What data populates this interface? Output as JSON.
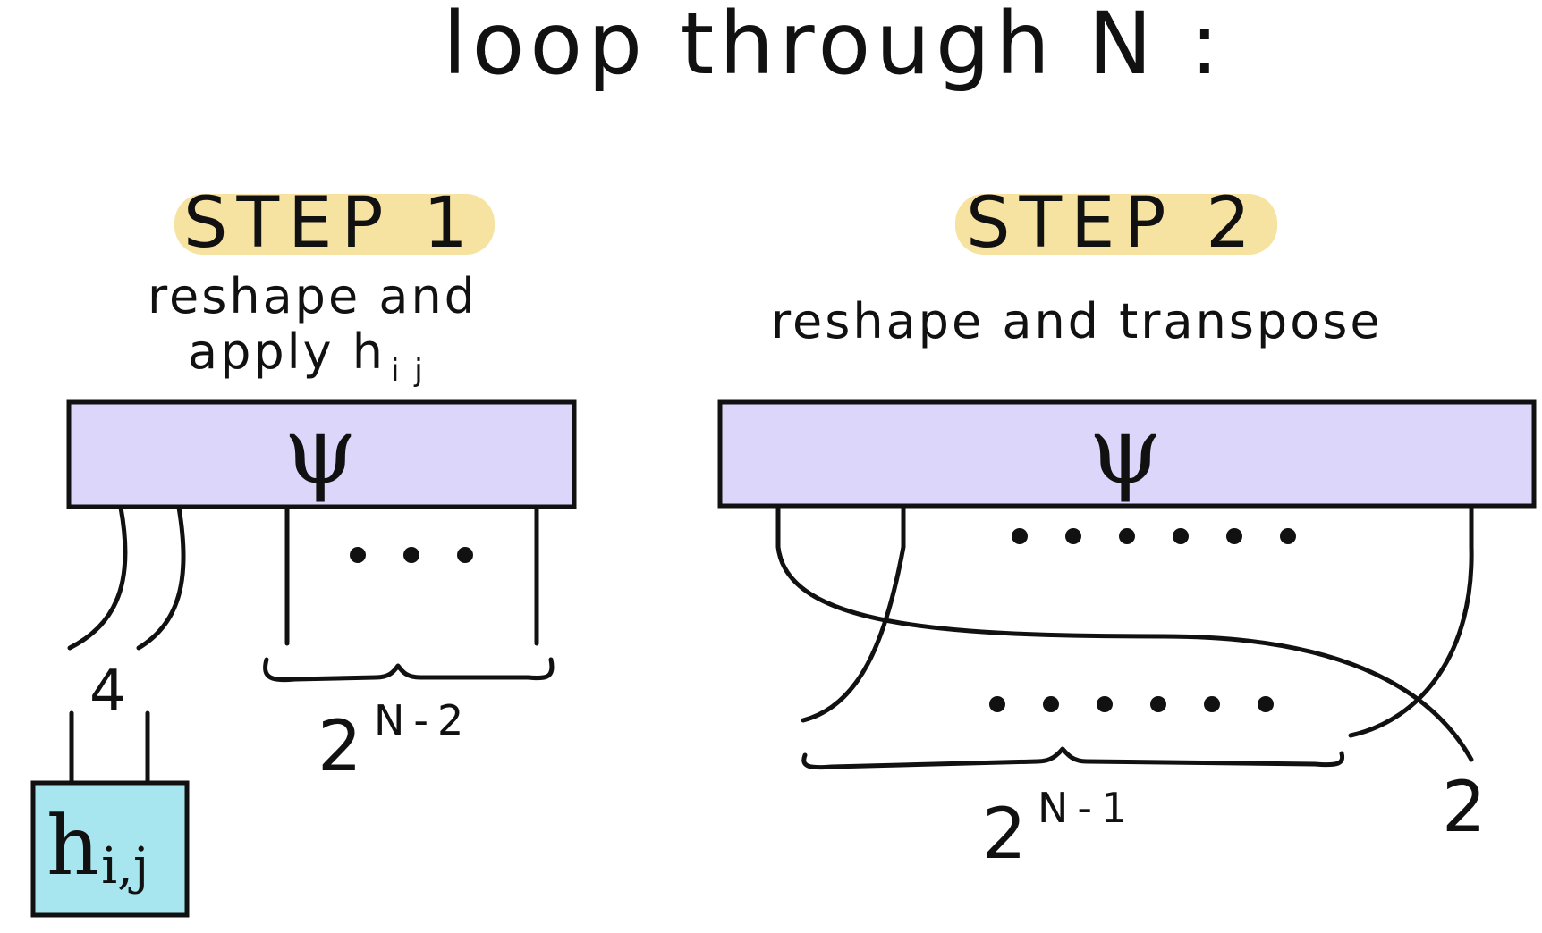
{
  "title": "loop through N :",
  "step1": {
    "badge": "STEP 1",
    "description_line1": "reshape  and",
    "description_line2": "apply h",
    "description_line2_sub": "i j",
    "tensor_label": "ψ",
    "leg_dim": "4",
    "gate_label": "h",
    "gate_sub": "i,j",
    "remaining_base": "2",
    "remaining_exp": "N-2"
  },
  "step2": {
    "badge": "STEP 2",
    "description": "reshape  and  transpose",
    "tensor_label": "ψ",
    "remaining_base": "2",
    "remaining_exp": "N-1",
    "moved_leg_dim": "2"
  },
  "colors": {
    "badge_highlight": "#f7e3a1",
    "tensor_fill": "#dcd6fa",
    "gate_fill": "#a8e6ef",
    "ink": "#111111"
  }
}
